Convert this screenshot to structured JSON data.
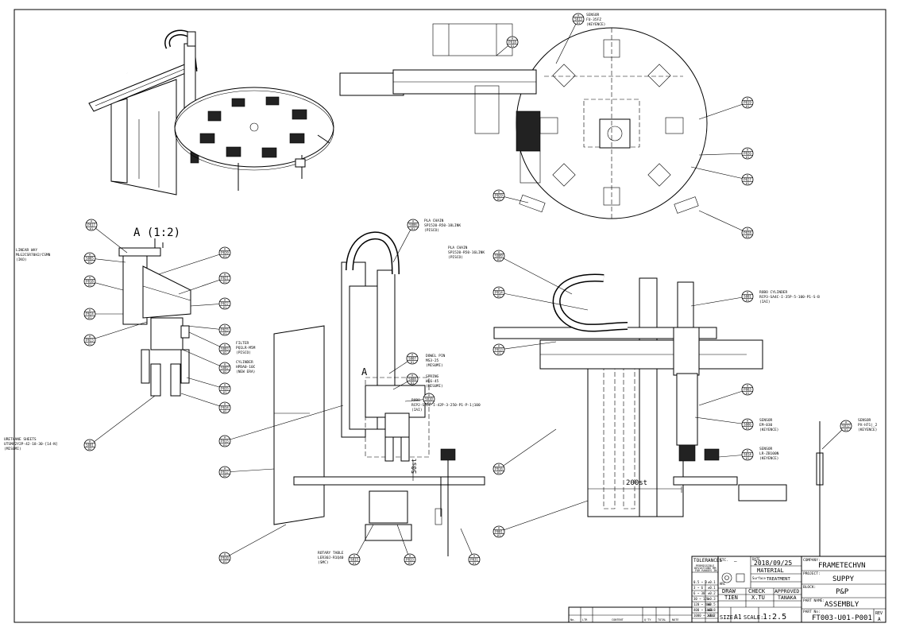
{
  "views": {
    "detail_label": "A (1:2)",
    "section_marker": "A",
    "dim_50": "50st",
    "dim_200": "200st"
  },
  "callouts": [
    {
      "id": "c1",
      "view": "A",
      "code": "S013",
      "rev": "01",
      "note": [
        "SENSOR",
        "FU-35FZ",
        "(KEYENCE)"
      ]
    },
    {
      "id": "c2",
      "view": "A",
      "code": "P018",
      "rev": "01",
      "note": []
    },
    {
      "id": "c3",
      "view": "A",
      "code": "P019",
      "rev": "01",
      "note": []
    },
    {
      "id": "c4",
      "view": "A",
      "code": "P026",
      "rev": "01",
      "note": []
    },
    {
      "id": "c5",
      "view": "A",
      "code": "P027",
      "rev": "01",
      "note": []
    },
    {
      "id": "c6",
      "view": "A",
      "code": "P028",
      "rev": "01",
      "note": []
    },
    {
      "id": "c7",
      "view": "A",
      "code": "P029",
      "rev": "01",
      "note": []
    },
    {
      "id": "c8",
      "view": "A",
      "code": "P017",
      "rev": "01",
      "note": []
    },
    {
      "id": "c9",
      "view": "A",
      "code": "S005",
      "rev": "01",
      "note": [
        "LINEAR WAY",
        "MLG2CSR70H2/CSMN",
        "(IKO)"
      ]
    },
    {
      "id": "c10",
      "view": "A",
      "code": "P020",
      "rev": "01",
      "note": []
    },
    {
      "id": "c11",
      "view": "A",
      "code": "P018",
      "rev": "01",
      "note": []
    },
    {
      "id": "c12",
      "view": "A",
      "code": "P021",
      "rev": "01",
      "note": []
    },
    {
      "id": "c13",
      "view": "A",
      "code": "P024",
      "rev": "01",
      "note": []
    },
    {
      "id": "c14",
      "view": "A",
      "code": "P022",
      "rev": "01",
      "note": []
    },
    {
      "id": "c15",
      "view": "A",
      "code": "P025",
      "rev": "01",
      "note": []
    },
    {
      "id": "c16",
      "view": "A",
      "code": "S003",
      "rev": "02",
      "note": [
        "FILTER",
        "PQ1LR-M5M",
        "(PISCO)"
      ]
    },
    {
      "id": "c17",
      "view": "A",
      "code": "P023",
      "rev": "01",
      "note": []
    },
    {
      "id": "c18",
      "view": "A",
      "code": "S002",
      "rev": "02",
      "note": [
        "CYLINDER",
        "HPDA0-10C",
        "(NEW ERA)"
      ]
    },
    {
      "id": "c19",
      "view": "A",
      "code": "P035",
      "rev": "01",
      "note": []
    },
    {
      "id": "c20",
      "view": "A",
      "code": "P034",
      "rev": "02",
      "note": []
    },
    {
      "id": "c21",
      "view": "A",
      "code": "S001",
      "rev": "02",
      "note": [
        "URETHANE SHEETS",
        "UTSMA2Y2P-42-18-30-[14-N]",
        "(MISUMI)"
      ]
    },
    {
      "id": "c22",
      "view": "A",
      "code": "S006",
      "rev": "01",
      "note": [
        "PLA CHAIN",
        "SP1520-R50-18LINK",
        "(PISCO)"
      ]
    },
    {
      "id": "c23",
      "view": "A",
      "code": "S009",
      "rev": "01",
      "note": [
        "PLA CHAIN",
        "SP1520-R50-16LINK",
        "(PISCO)"
      ]
    },
    {
      "id": "c24",
      "view": "A",
      "code": "P014",
      "rev": "01",
      "note": []
    },
    {
      "id": "c25",
      "view": "A",
      "code": "S001",
      "rev": "01",
      "note": [
        "ROBO CYLINDER",
        "RCP3-SA4C-I-35P-5-100-P1-S-B",
        "(IAI)"
      ]
    },
    {
      "id": "c26",
      "view": "A",
      "code": "S007",
      "rev": "01",
      "note": [
        "DOWEL PIN",
        "MS3-25",
        "(MISUMI)"
      ]
    },
    {
      "id": "c27",
      "view": "A",
      "code": "S008",
      "rev": "01",
      "note": [
        "SPRING",
        "WL6-45",
        "(MISUMI)"
      ]
    },
    {
      "id": "c28",
      "view": "A",
      "code": "S010",
      "rev": "01",
      "note": [
        "ROBO",
        "RCP2-SA5C-I-42P-3-250-P1-P-1|100",
        "(IAI)"
      ]
    },
    {
      "id": "c29",
      "view": "A",
      "code": "P013",
      "rev": "01",
      "note": []
    },
    {
      "id": "c30",
      "view": "A",
      "code": "P003",
      "rev": "01",
      "note": []
    },
    {
      "id": "c31",
      "view": "A",
      "code": "P015",
      "rev": "01",
      "note": []
    },
    {
      "id": "c32",
      "view": "A",
      "code": "S006",
      "rev": "01",
      "note": [
        "SENSOR",
        "EM-030",
        "(KEYENCE)"
      ]
    },
    {
      "id": "c33",
      "view": "A",
      "code": "S012",
      "rev": "01",
      "note": [
        "SENSOR",
        "PX-H71|_2",
        "(KEYENCE)"
      ]
    },
    {
      "id": "c34",
      "view": "A",
      "code": "S014",
      "rev": "01",
      "note": [
        "SENSOR",
        "LR-ZB100N",
        "(KEYENCE)"
      ]
    },
    {
      "id": "c35",
      "view": "A",
      "code": "P012",
      "rev": "02",
      "note": []
    },
    {
      "id": "c36",
      "view": "A",
      "code": "P016",
      "rev": "01",
      "note": []
    },
    {
      "id": "c37",
      "view": "A",
      "code": "P001",
      "rev": "01",
      "note": []
    },
    {
      "id": "c38",
      "view": "A",
      "code": "P010",
      "rev": "01",
      "note": []
    },
    {
      "id": "c39",
      "view": "A",
      "code": "S013",
      "rev": "01",
      "note": [
        "ROTARY TABLE",
        "LER30J-R1Q40",
        "(SMC)"
      ]
    },
    {
      "id": "c40",
      "view": "A",
      "code": "P033",
      "rev": "01",
      "note": []
    },
    {
      "id": "c41",
      "view": "A",
      "code": "P031",
      "rev": "01",
      "note": []
    }
  ],
  "title_block": {
    "tolerances_label": "TOLERANCES",
    "permissible": "PERMISSIBLE",
    "deviations_for": "DEVIATIONS MM",
    "for_ranges": "FOR RANGES IN",
    "tol_rows": [
      {
        "range": "0.5 ~ 3",
        "tol": "±0.1"
      },
      {
        "range": "3 ~ 6",
        "tol": "±0.1"
      },
      {
        "range": "6 ~ 30",
        "tol": "±0.2"
      },
      {
        "range": "30 ~ 120",
        "tol": "±0.3"
      },
      {
        "range": "120 ~ 400",
        "tol": "±0.5"
      },
      {
        "range": "400 ~ 1000",
        "tol": "±0.8"
      },
      {
        "range": "1000 ~ 2000",
        "tol": "±1.2"
      }
    ],
    "etc_label": "ETC.",
    "etc_value": "—",
    "date_label": "DATE",
    "date_value": "2018/09/25",
    "material_label": "MATERIAL",
    "hrc_label": "HRC",
    "surface_label": "Surface",
    "treatment_label": "TREATMENT",
    "draw_label": "DRAW",
    "check_label": "CHECK",
    "approved_label": "APPROVED",
    "draw_name": "TIEN",
    "check_name": "X.TU",
    "approved_name": "TANAKA",
    "company_label": "COMPANY:",
    "company_value": "FRAMETECHVN",
    "project_label": "PROJECT:",
    "project_value": "SUPPY",
    "block_label": "BLOCK:",
    "block_value": "P&P",
    "part_name_label": "PART NAME:",
    "part_name_value": "ASSEMBLY",
    "part_no_label": "PART No:",
    "part_no_value": "FT003-U01-P001",
    "rev_label": "REV",
    "rev_value": "A",
    "size_label": "SIZE:",
    "size_value": "A1",
    "scale_label": "SCALE:",
    "scale_value": "1:2.5",
    "rev_table_headers": [
      "No.",
      "LTR",
      "CONTENT",
      "Q'TY",
      "TOTAL",
      "NOTE"
    ]
  }
}
